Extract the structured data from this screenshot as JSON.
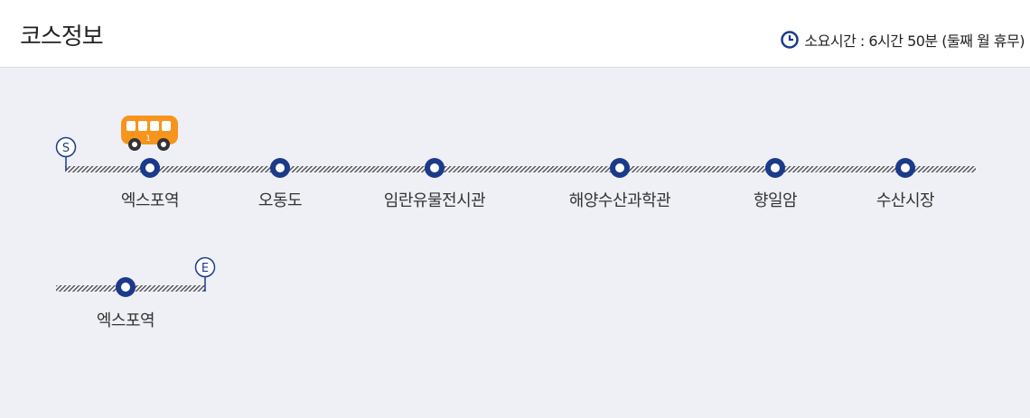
{
  "header": {
    "title": "코스정보",
    "duration": "소요시간 : 6시간 50분 (둘째 월 휴무)",
    "clock_icon": "clock-icon"
  },
  "route": {
    "start_marker": "S",
    "end_marker": "E",
    "row1_stops": [
      {
        "name": "엑스포역"
      },
      {
        "name": "오동도"
      },
      {
        "name": "임란유물전시관"
      },
      {
        "name": "해양수산과학관"
      },
      {
        "name": "향일암"
      },
      {
        "name": "수산시장"
      }
    ],
    "row2_stops": [
      {
        "name": "엑스포역"
      }
    ],
    "bus_icon": "bus-icon",
    "bus_number": "1"
  },
  "colors": {
    "stop": "#1c3a8a",
    "bus": "#f7941d",
    "background": "#eef0f5"
  }
}
